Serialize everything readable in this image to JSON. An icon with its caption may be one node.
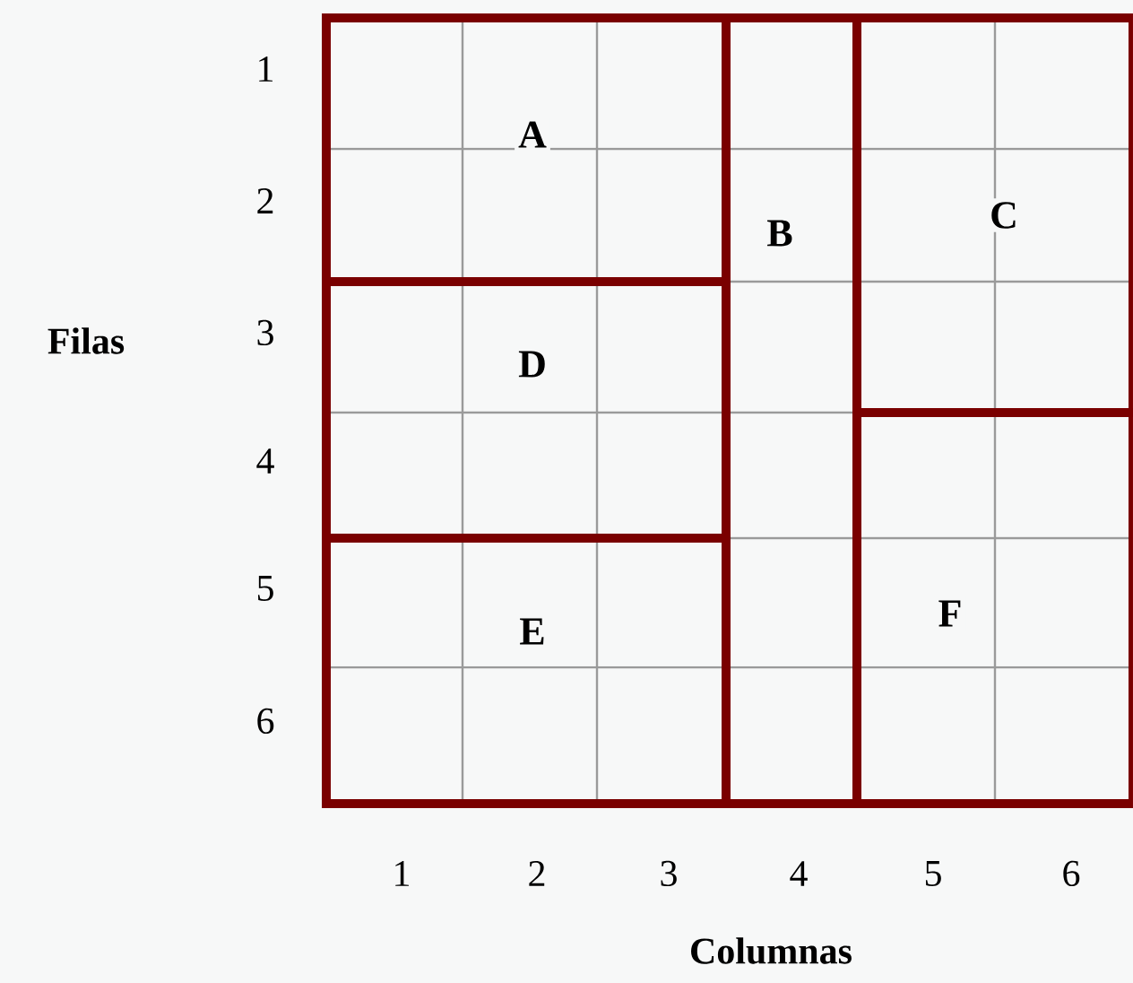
{
  "diagram": {
    "nodes": [
      {
        "text": [
          "A"
        ]
      },
      {
        "text": [
          "B"
        ]
      },
      {
        "text": [
          "C"
        ]
      },
      {
        "text": [
          "D"
        ]
      },
      {
        "text": [
          "E"
        ]
      },
      {
        "text": [
          "F"
        ]
      }
    ],
    "labels": [
      "1",
      "2",
      "3",
      "4",
      "5",
      "6",
      "Filas",
      "1",
      "2",
      "3",
      "4",
      "5",
      "6",
      "Columnas"
    ]
  }
}
